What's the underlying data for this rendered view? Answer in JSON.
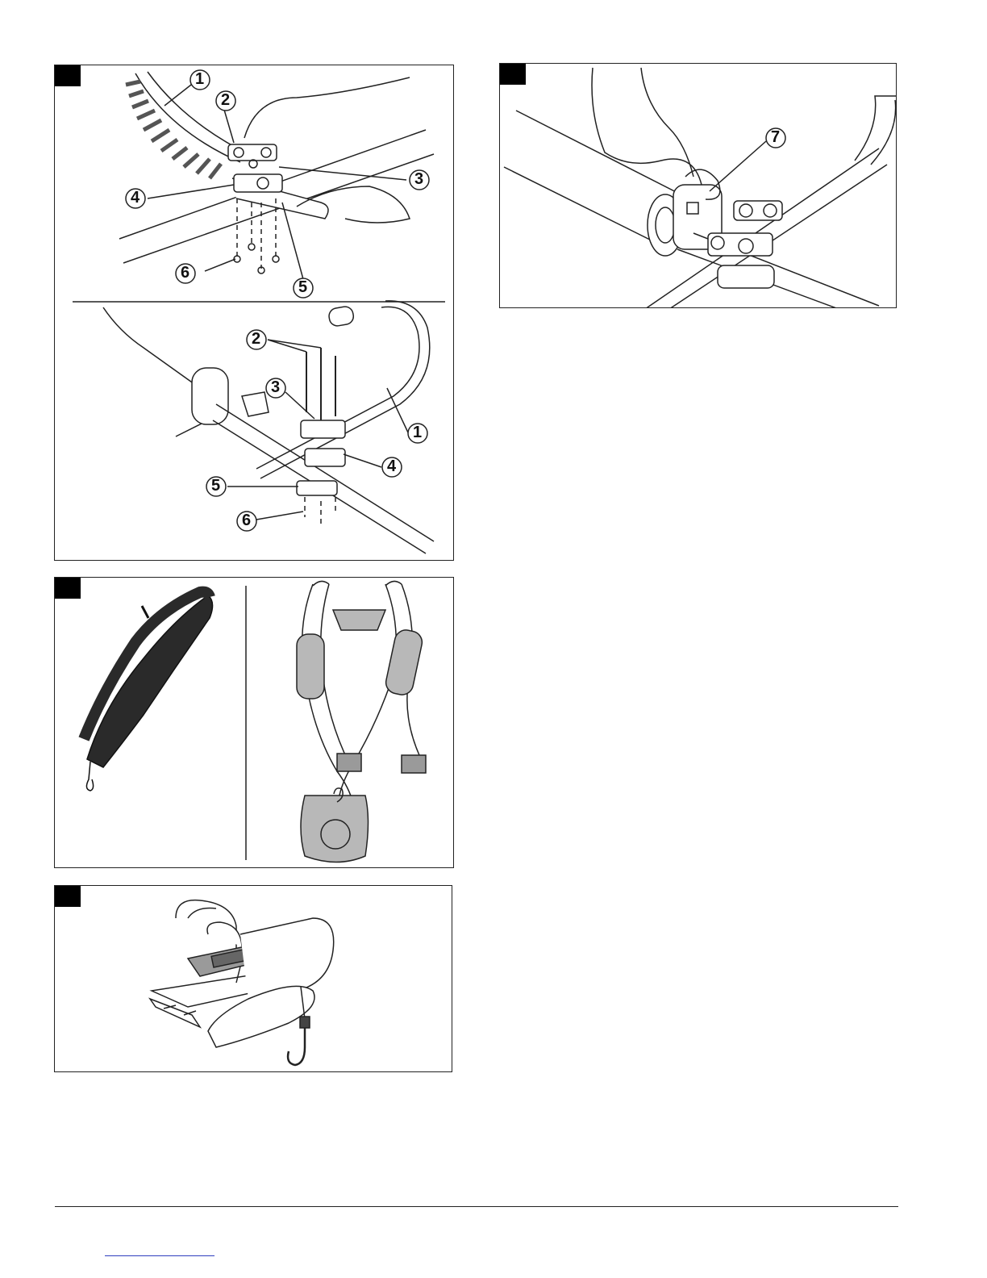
{
  "figures": [
    {
      "id": "handle-installation",
      "callouts": [
        "1",
        "2",
        "3",
        "4",
        "5",
        "6",
        "5",
        "6"
      ],
      "lower_callouts": [
        "2",
        "3",
        "1",
        "4",
        "5",
        "6"
      ]
    },
    {
      "id": "handle-retainer",
      "callouts": [
        "7"
      ]
    },
    {
      "id": "strap-and-harness",
      "callouts": []
    },
    {
      "id": "strap-buckle",
      "callouts": []
    }
  ],
  "colors": {
    "line": "#222222",
    "tag": "#000000",
    "pad_gray": "#b8b8b8",
    "link_blue": "#2f3fbf"
  }
}
